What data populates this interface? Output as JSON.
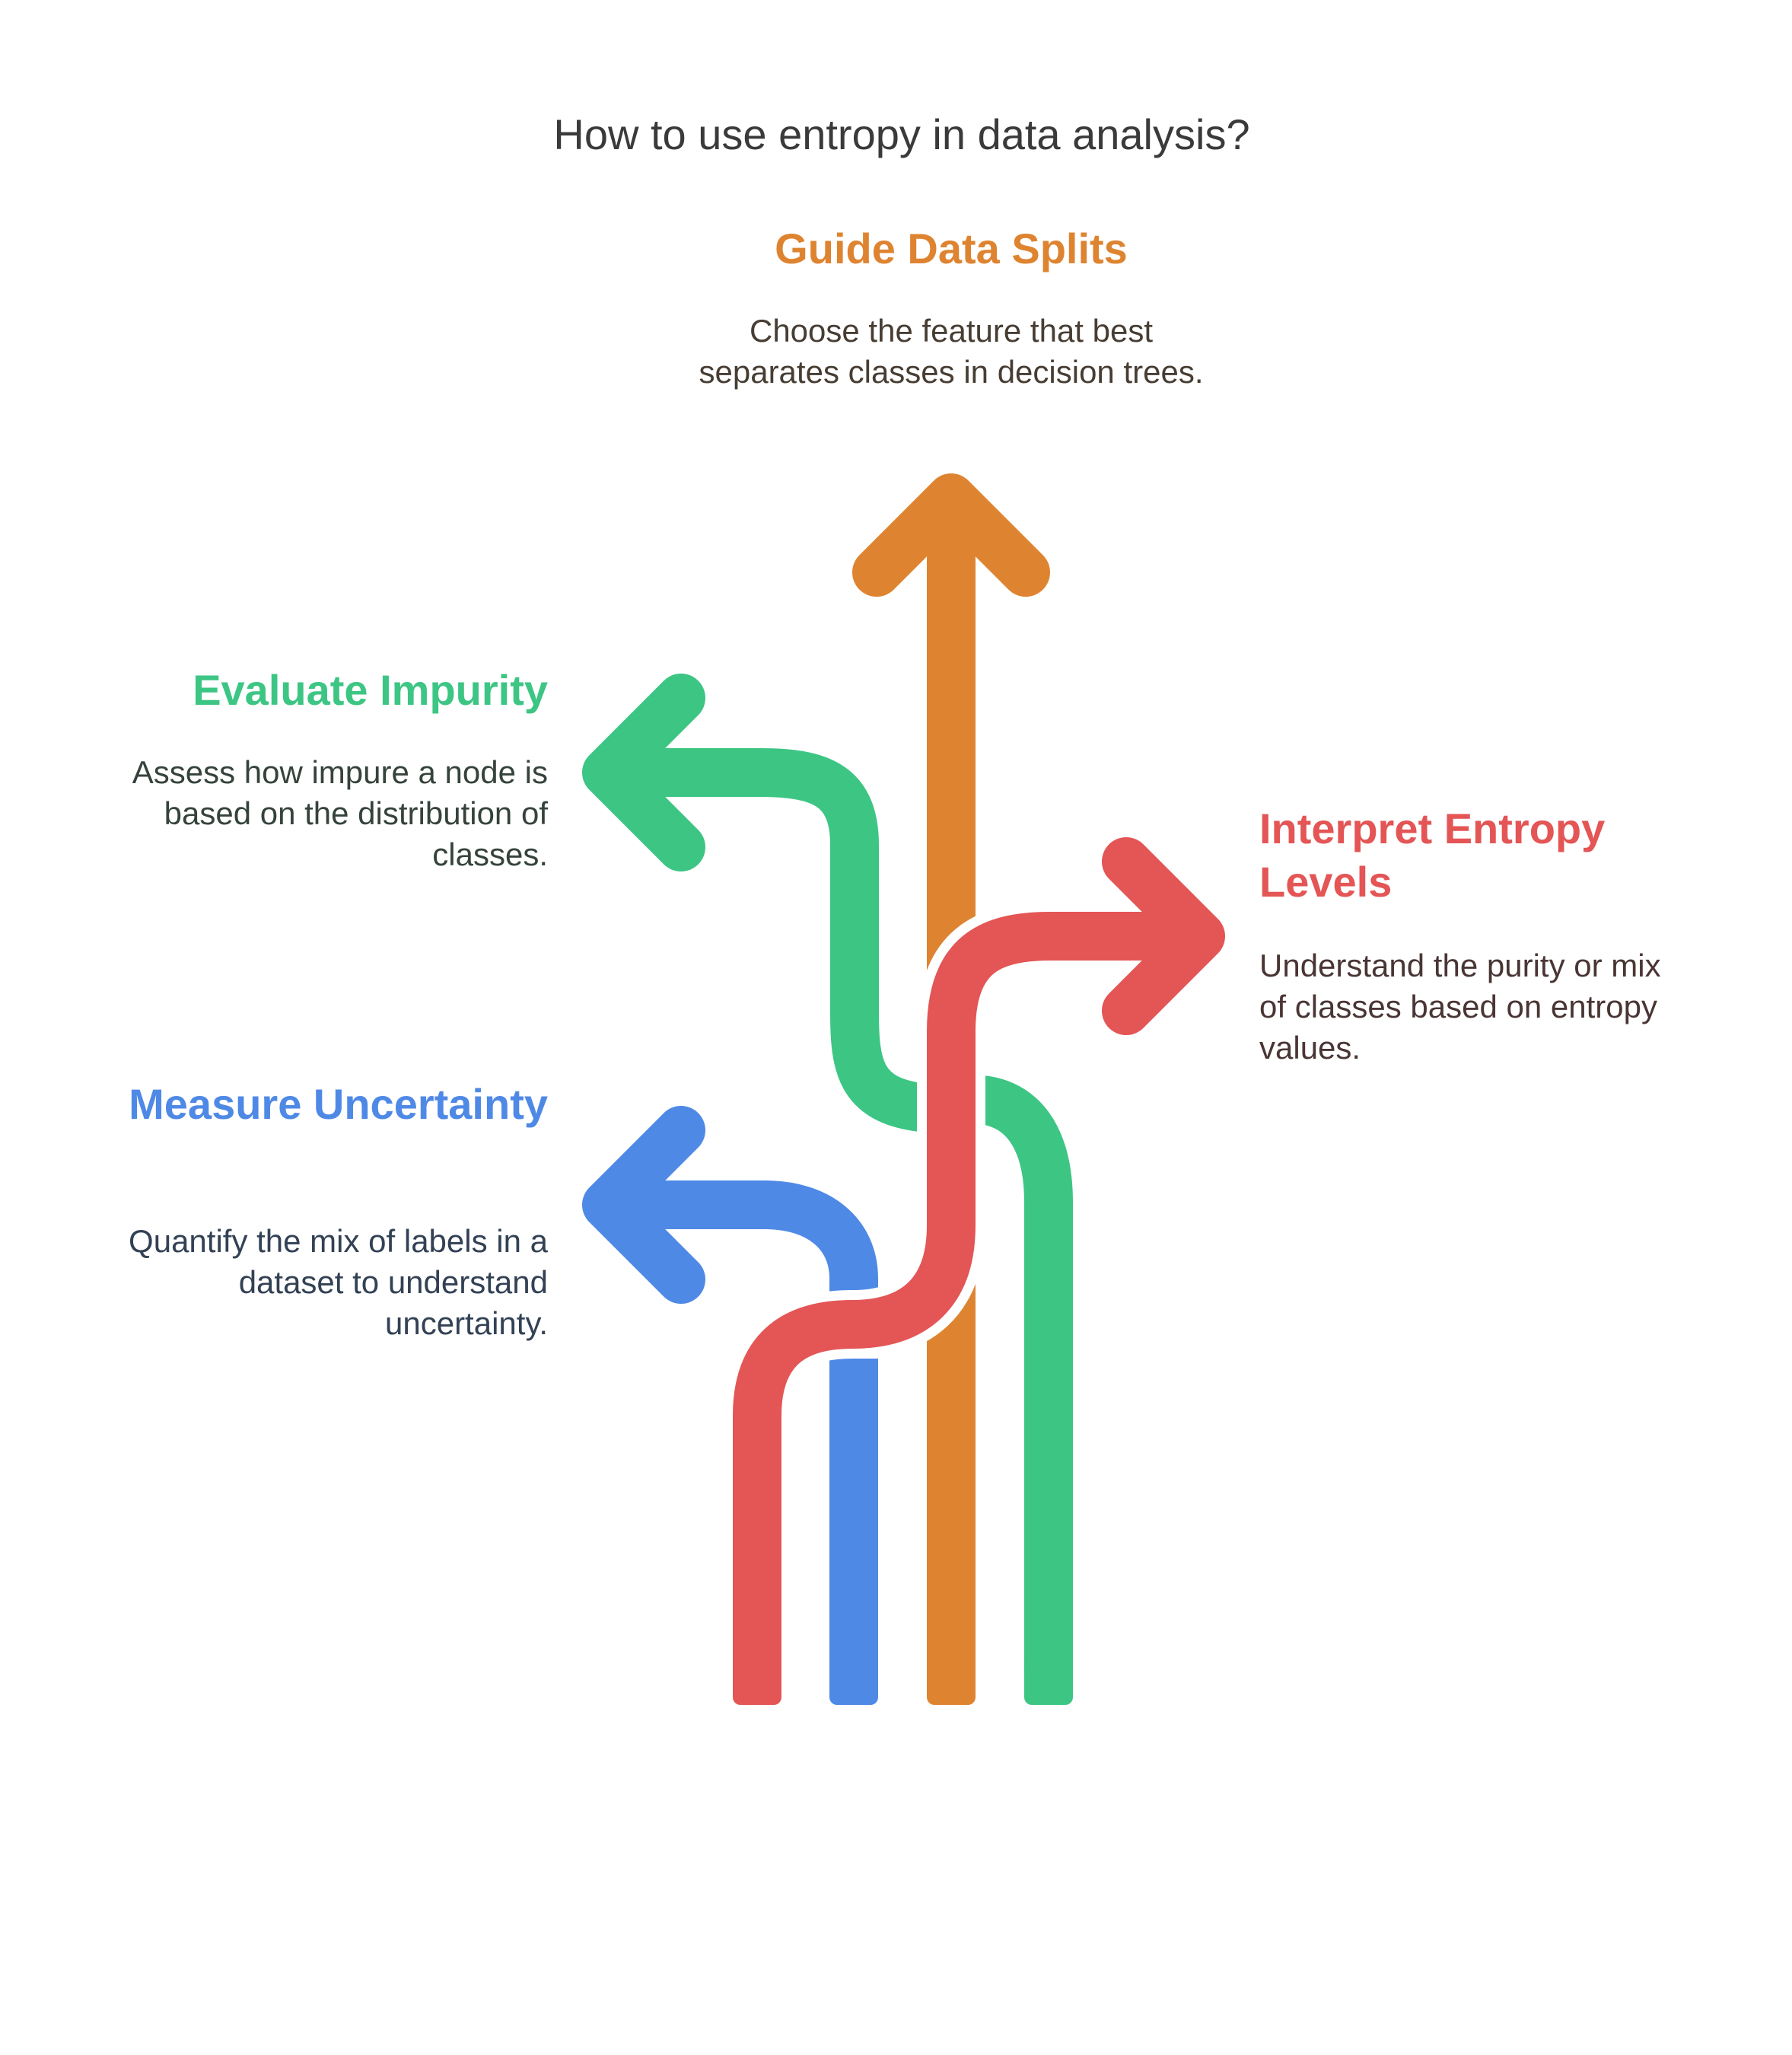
{
  "title": "How to use entropy in data analysis?",
  "colors": {
    "orange": "#DE8431",
    "green": "#3DC584",
    "red": "#E45555",
    "blue": "#4F89E6",
    "text_dark": "#3a3a3a",
    "desc_orange": "#473d33",
    "desc_green": "#35433b",
    "desc_red": "#4a3535",
    "desc_blue": "#334155"
  },
  "steps": {
    "guide": {
      "heading": "Guide Data Splits",
      "description": "Choose the feature that best separates classes in decision trees.",
      "color": "#DE8431",
      "arrow_direction": "up"
    },
    "evaluate": {
      "heading": "Evaluate Impurity",
      "description": "Assess how impure a node is based on the distribution of classes.",
      "color": "#3DC584",
      "arrow_direction": "left"
    },
    "interpret": {
      "heading": "Interpret Entropy Levels",
      "description": "Understand the purity or mix of classes based on entropy values.",
      "color": "#E45555",
      "arrow_direction": "right"
    },
    "measure": {
      "heading": "Measure Uncertainty",
      "description": "Quantify the mix of labels in a dataset to understand uncertainty.",
      "color": "#4F89E6",
      "arrow_direction": "left"
    }
  }
}
